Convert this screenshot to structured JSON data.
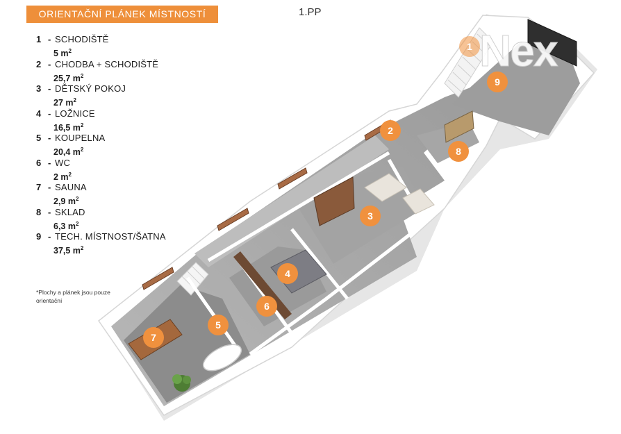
{
  "header": {
    "title": "ORIENTAČNÍ PLÁNEK MÍSTNOSTÍ",
    "floor": "1.PP"
  },
  "rooms": [
    {
      "num": "1",
      "name": "SCHODIŠTĚ",
      "area": "5 m",
      "unit_sup": "2"
    },
    {
      "num": "2",
      "name": "CHODBA + SCHODIŠTĚ",
      "area": "25,7 m",
      "unit_sup": "2"
    },
    {
      "num": "3",
      "name": "DĚTSKÝ POKOJ",
      "area": "27 m",
      "unit_sup": "2"
    },
    {
      "num": "4",
      "name": "LOŽNICE",
      "area": "16,5 m",
      "unit_sup": "2"
    },
    {
      "num": "5",
      "name": "KOUPELNA",
      "area": "20,4 m",
      "unit_sup": "2"
    },
    {
      "num": "6",
      "name": "WC",
      "area": "2 m",
      "unit_sup": "2"
    },
    {
      "num": "7",
      "name": "SAUNA",
      "area": "2,9 m",
      "unit_sup": "2"
    },
    {
      "num": "8",
      "name": "SKLAD",
      "area": "6,3 m",
      "unit_sup": "2"
    },
    {
      "num": "9",
      "name": "TECH. MÍSTNOST/ŠATNA",
      "area": "37,5 m",
      "unit_sup": "2"
    }
  ],
  "legend_dash": "-",
  "note": "*Plochy  a plánek jsou pouze orientační",
  "markers": [
    "1",
    "2",
    "3",
    "4",
    "5",
    "6",
    "7",
    "8",
    "9"
  ],
  "logo": {
    "text": "Nex"
  },
  "colors": {
    "accent": "#ee8f3a",
    "marker": "#f0913e",
    "wall": "#ffffff",
    "floor_light": "#c9c9c9",
    "floor_dark": "#8f8f8f",
    "wood": "#8a5a3b"
  }
}
